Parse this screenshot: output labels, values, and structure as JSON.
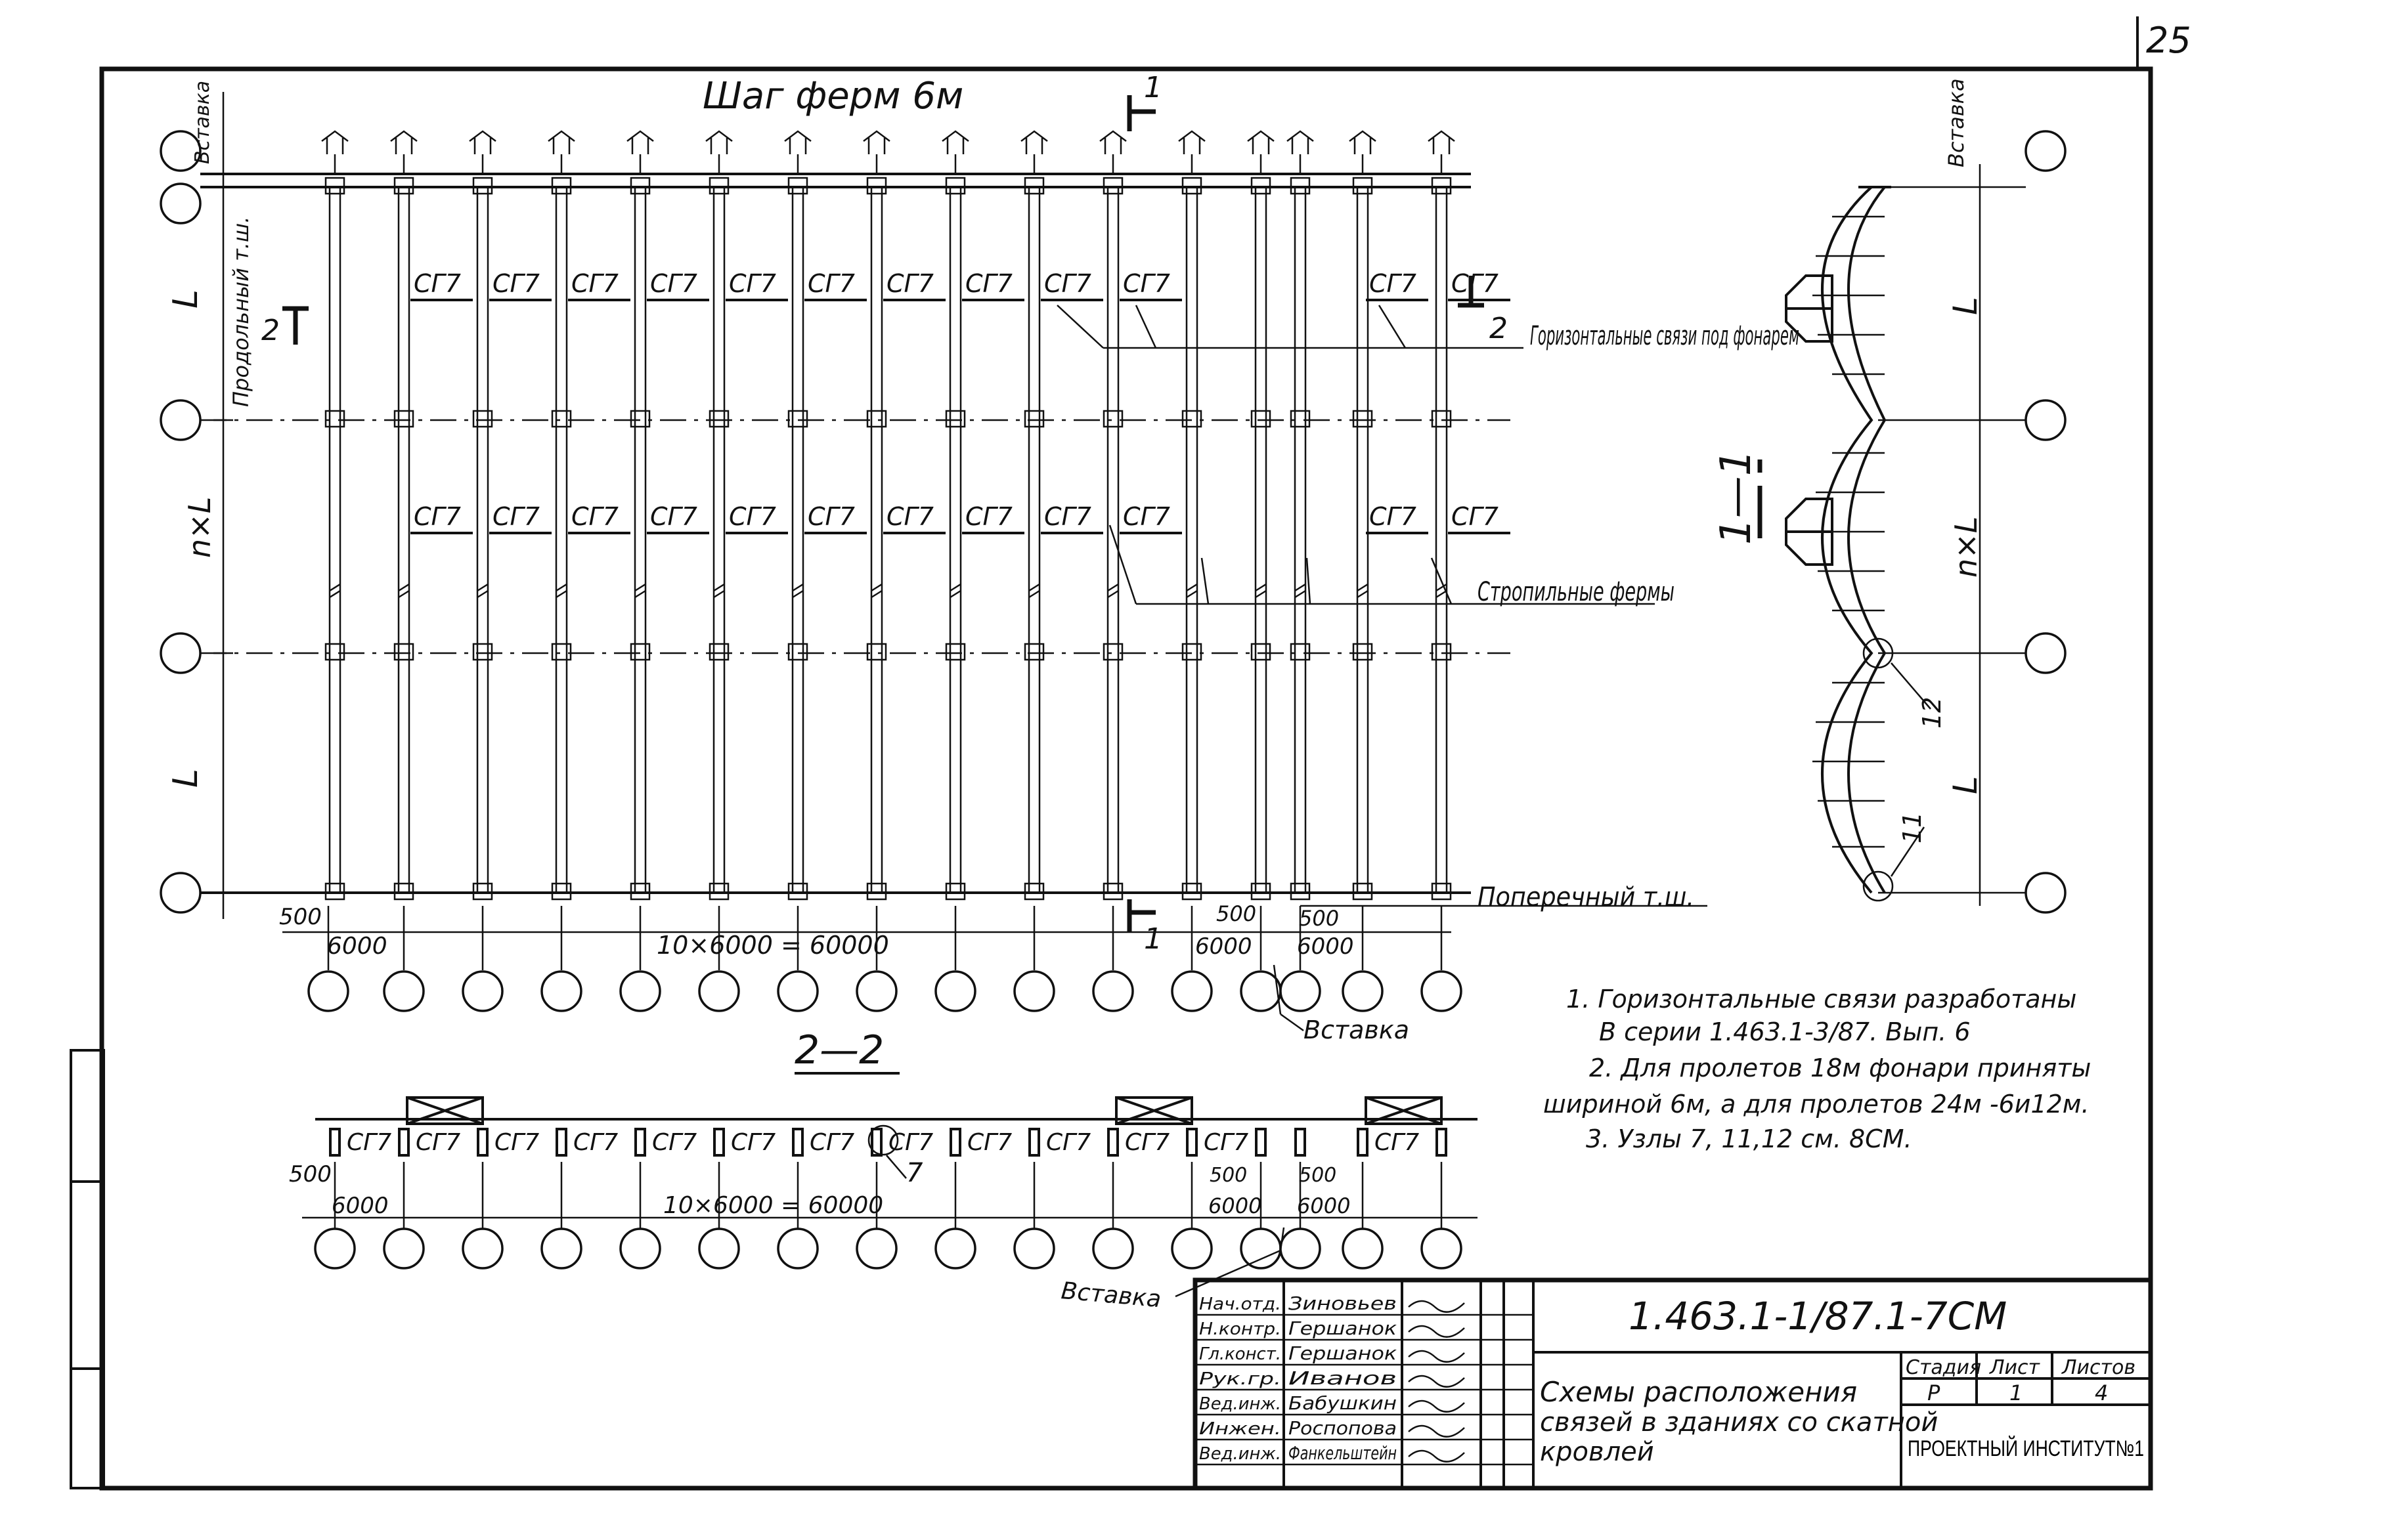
{
  "page_number": "25",
  "plan": {
    "title": "Шаг ферм 6м",
    "brace_label": "СГ7",
    "left_dims": [
      "L",
      "n×L",
      "L"
    ],
    "left_vertical_label": "Продольный т.ш.",
    "vstavka": "Вставка",
    "section_mark_1": "1",
    "section_mark_2": "2",
    "callout_horizontal": "Горизонтальные связи под фонарем",
    "callout_trusses": "Стропильные фермы",
    "callout_joint": "Поперечный т.ш.",
    "dims": {
      "d500": "500",
      "d6000": "6000",
      "d10x6000": "10×6000 = 60000"
    }
  },
  "section11": {
    "title": "1—1",
    "dims": [
      "L",
      "n×L",
      "L"
    ],
    "node_12": "12",
    "node_11": "11",
    "vstavka": "Вставка"
  },
  "section22": {
    "title": "2—2",
    "node_7": "7",
    "vstavka": "Вставка"
  },
  "notes": [
    "1. Горизонтальные связи разработаны",
    "В серии 1.463.1-3/87. Вып. 6",
    "2. Для пролетов 18м фонари приняты",
    "шириной 6м, а для пролетов 24м -6и12м.",
    "3. Узлы 7, 11,12 см. 8СМ."
  ],
  "title_block": {
    "code": "1.463.1-1/87.1-7СМ",
    "description": [
      "Схемы расположения",
      "связей в зданиях со скатной",
      "кровлей"
    ],
    "stage_header": "Стадия",
    "sheet_header": "Лист",
    "sheets_header": "Листов",
    "stage": "Р",
    "sheet": "1",
    "sheets": "4",
    "institute": "ПРОЕКТНЫЙ ИНСТИТУТ№1",
    "staff": [
      {
        "role": "Нач.отд.",
        "name": "Зиновьев"
      },
      {
        "role": "Н.контр.",
        "name": "Гершанок"
      },
      {
        "role": "Гл.конст.",
        "name": "Гершанок"
      },
      {
        "role": "Рук.гр.",
        "name": "Иванов"
      },
      {
        "role": "Вед.инж.",
        "name": "Бабушкин"
      },
      {
        "role": "Инжен.",
        "name": "Роспопова"
      },
      {
        "role": "Вед.инж.",
        "name": "Фанкельштейн"
      }
    ]
  }
}
